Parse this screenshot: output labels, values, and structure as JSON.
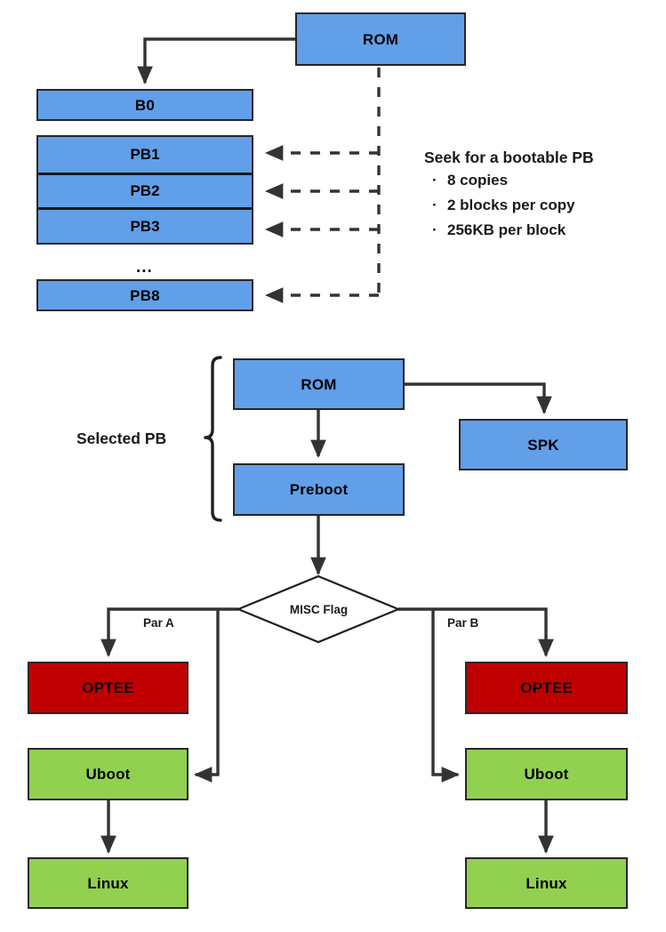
{
  "diagram": {
    "title": "Boot flow diagram",
    "colors": {
      "blue": "#619FE8",
      "red": "#C00000",
      "green": "#92D050",
      "stroke": "#262626",
      "text": "#1a1a1a",
      "background": "#ffffff"
    }
  },
  "top_section": {
    "rom_label": "ROM",
    "b0_label": "B0",
    "pb_stack": [
      {
        "label": "PB1"
      },
      {
        "label": "PB2"
      },
      {
        "label": "PB3"
      }
    ],
    "ellipsis": "...",
    "pb8_label": "PB8",
    "note": {
      "title": "Seek for a bootable PB",
      "bullet_glyph": "·",
      "items": [
        "8 copies",
        "2 blocks per copy",
        "256KB per block"
      ]
    }
  },
  "bottom_section": {
    "bracket_label": "Selected PB",
    "rom_label": "ROM",
    "preboot_label": "Preboot",
    "spk_label": "SPK",
    "decision_label": "MISC Flag",
    "branch_a": {
      "edge_label": "Par A",
      "optee_label": "OPTEE",
      "uboot_label": "Uboot",
      "linux_label": "Linux"
    },
    "branch_b": {
      "edge_label": "Par B",
      "optee_label": "OPTEE",
      "uboot_label": "Uboot",
      "linux_label": "Linux"
    }
  }
}
